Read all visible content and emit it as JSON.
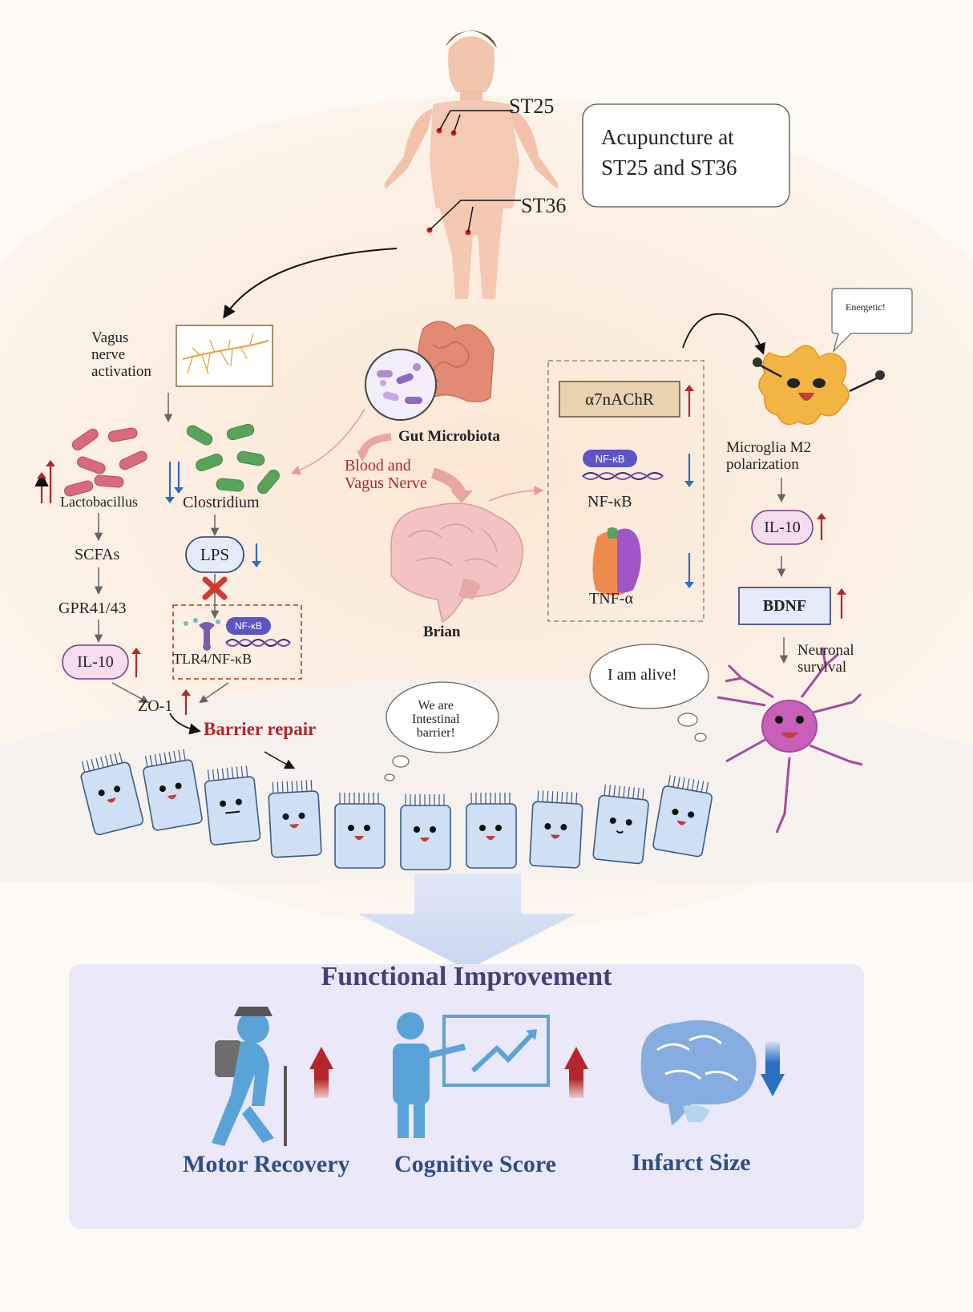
{
  "acupoints": {
    "st25": "ST25",
    "st36": "ST36"
  },
  "intro_box": {
    "line1": "Acupuncture at",
    "line2": "ST25 and ST36"
  },
  "vagus": {
    "line1": "Vagus",
    "line2": "nerve",
    "line3": "activation"
  },
  "gut": {
    "label": "Gut Microbiota",
    "route_line1": "Blood and",
    "route_line2": "Vagus Nerve",
    "brain_label": "Brian"
  },
  "left_pathway": {
    "lactobacillus": "Lactobacillus",
    "clostridium": "Clostridium",
    "scfas": "SCFAs",
    "lps": "LPS",
    "gpr": "GPR41/43",
    "il10": "IL-10",
    "nfkb_badge": "NF-κB",
    "tlr4": "TLR4/NF-κB",
    "zo1": "ZO-1",
    "barrier_repair": "Barrier repair"
  },
  "brain_box": {
    "a7": "α7nAChR",
    "nfkb_badge": "NF-κB",
    "nfkb": "NF-κB",
    "tnf": "TNF-α"
  },
  "right_pathway": {
    "energetic": "Energetic!",
    "microglia_line1": "Microglia M2",
    "microglia_line2": "polarization",
    "il10": "IL-10",
    "bdnf": "BDNF",
    "neuronal_line1": "Neuronal",
    "neuronal_line2": "survival",
    "alive": "I am alive!"
  },
  "intestine": {
    "line1": "We are",
    "line2": "Intestinal",
    "line3": "barrier!"
  },
  "outcome": {
    "title": "Functional Improvement",
    "motor": "Motor Recovery",
    "cognitive": "Cognitive Score",
    "infarct": "Infarct Size"
  },
  "colors": {
    "up_arrow": "#b3262a",
    "down_arrow": "#2a6fc0",
    "title": "#4a3d7a",
    "outcome_text": "#2c4f86",
    "barrier": "#b3262a"
  }
}
